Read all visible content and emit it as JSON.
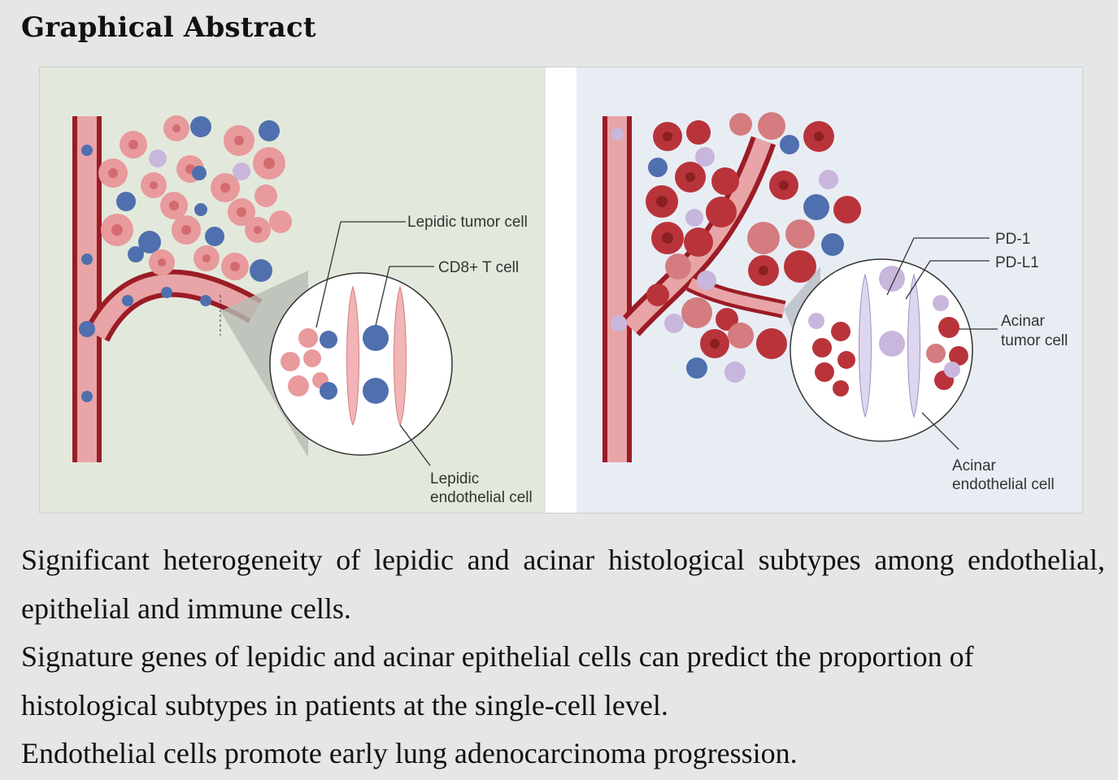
{
  "heading": "Graphical Abstract",
  "figure": {
    "left_panel": {
      "labels": {
        "lepidic_tumor_cell": "Lepidic tumor cell",
        "cd8_t_cell": "CD8+ T cell",
        "endothelial_line1": "Lepidic",
        "endothelial_line2": "endothelial cell"
      }
    },
    "right_panel": {
      "labels": {
        "pd1": "PD-1",
        "pdl1": "PD-L1",
        "acinar_tumor_line1": "Acinar",
        "acinar_tumor_line2": "tumor cell",
        "acinar_endo_line1": "Acinar",
        "acinar_endo_line2": "endothelial cell"
      }
    },
    "colors": {
      "left_bg": "#e2e9dc",
      "right_bg": "#e8edf4",
      "vessel": "#9b1c25",
      "lepidic_tumor": "#e89a9c",
      "acinar_tumor": "#b8343a",
      "t_cell": "#5a7fbf",
      "pd1_cell": "#c9b6dc"
    }
  },
  "paragraphs": [
    "Significant heterogeneity of lepidic and acinar histological subtypes among endothelial, epithelial and immune cells.",
    "Signature genes of lepidic and acinar epithelial cells can predict the proportion of histological subtypes in patients at the single-cell level.",
    "Endothelial cells promote early lung adenocarcinoma progression."
  ]
}
